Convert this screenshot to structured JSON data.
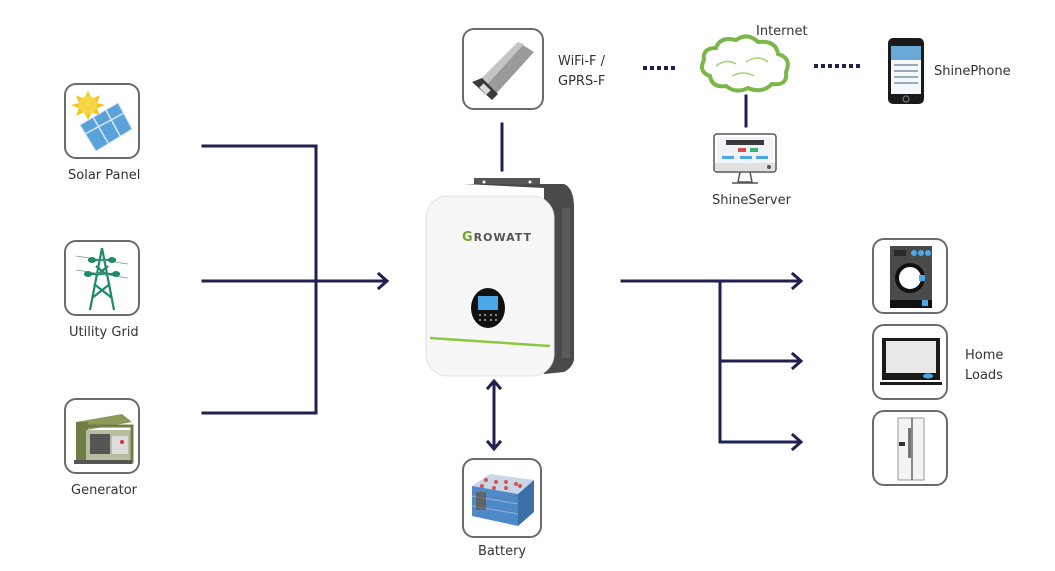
{
  "sources": [
    {
      "id": "solar-panel",
      "label": "Solar Panel"
    },
    {
      "id": "utility-grid",
      "label": "Utility Grid"
    },
    {
      "id": "generator",
      "label": "Generator"
    }
  ],
  "inverter": {
    "brand": "GROWATT",
    "brand_first": "G",
    "brand_rest": "ROWATT"
  },
  "battery": {
    "label": "Battery"
  },
  "monitoring": {
    "module_label_line1": "WiFi-F /",
    "module_label_line2": "GPRS-F",
    "internet_label": "Internet",
    "server_label": "ShineServer",
    "phone_label": "ShinePhone"
  },
  "loads": {
    "label_line1": "Home",
    "label_line2": "Loads",
    "items": [
      {
        "id": "washing-machine"
      },
      {
        "id": "television"
      },
      {
        "id": "refrigerator"
      }
    ]
  },
  "colors": {
    "wire": "#1f2150",
    "accent_green": "#8dc63f",
    "box_border": "#6b6b6b",
    "cloud_green": "#7ab648"
  }
}
